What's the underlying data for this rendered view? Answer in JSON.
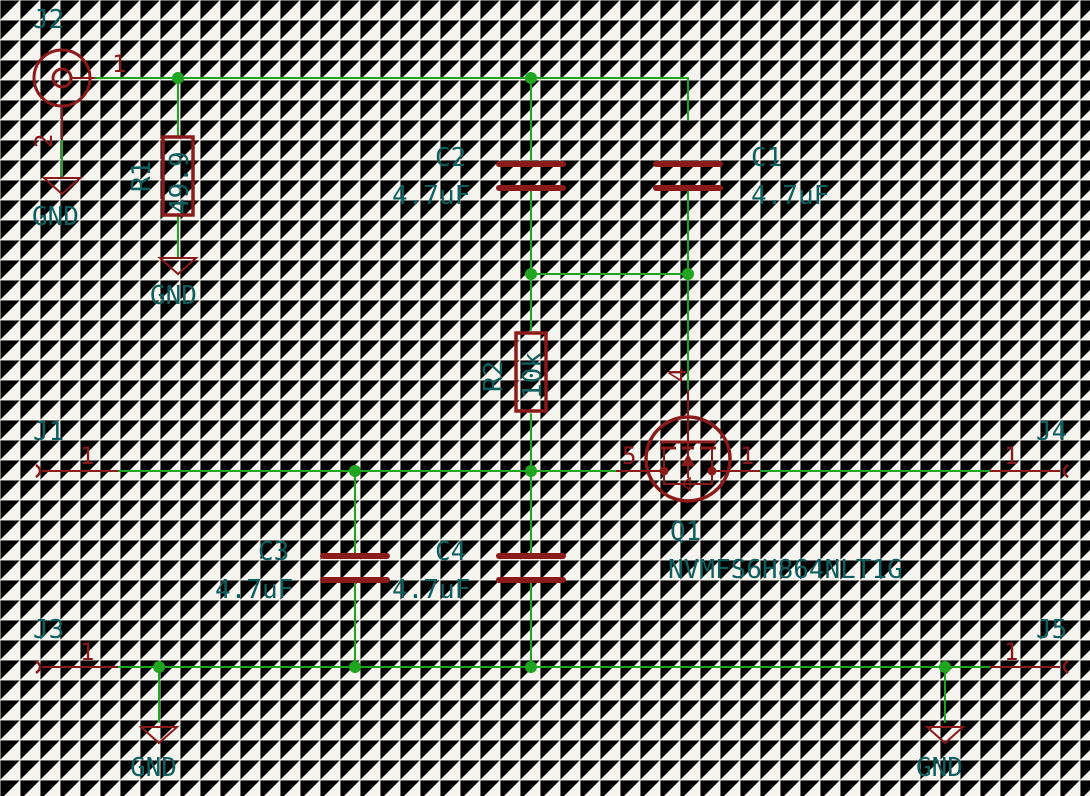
{
  "components": {
    "J2": {
      "ref": "J2",
      "pin1": "1",
      "pin2": "2"
    },
    "R1": {
      "ref": "R1",
      "value": "49.9"
    },
    "C2": {
      "ref": "C2",
      "value": "4.7uF"
    },
    "C1": {
      "ref": "C1",
      "value": "4.7uF"
    },
    "R2": {
      "ref": "R2",
      "value": "10k"
    },
    "J1": {
      "ref": "J1",
      "pin": "1"
    },
    "J3": {
      "ref": "J3",
      "pin": "1"
    },
    "J4": {
      "ref": "J4",
      "pin": "1"
    },
    "J5": {
      "ref": "J5",
      "pin": "1"
    },
    "C3": {
      "ref": "C3",
      "value": "4.7uF"
    },
    "C4": {
      "ref": "C4",
      "value": "4.7uF"
    },
    "Q1": {
      "ref": "Q1",
      "value": "NVMFS6H864NLT1G",
      "pin_gate": "4",
      "pin_source": "5",
      "pin_drain": "1"
    }
  },
  "power": {
    "gnd_label": "GND"
  },
  "colors": {
    "wire": "#1fa51f",
    "symbol": "#8b1a1a",
    "text": "#0e5f5f",
    "background": "#f5f4ef"
  }
}
